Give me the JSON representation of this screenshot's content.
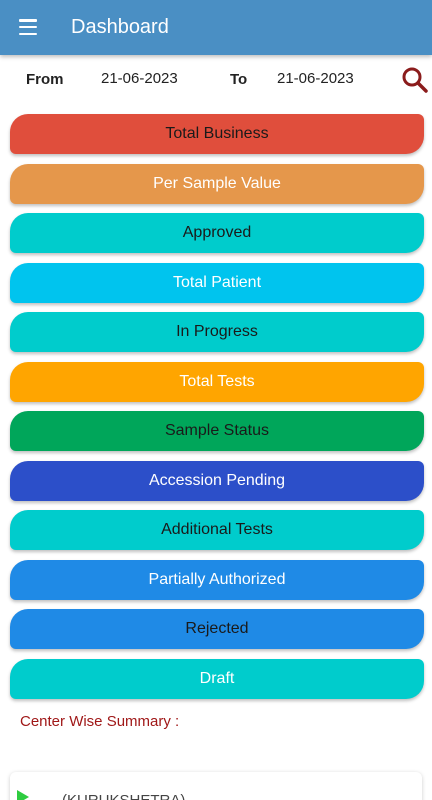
{
  "app": {
    "title": "Dashboard"
  },
  "filter": {
    "from_label": "From",
    "from_value": "21-06-2023",
    "to_label": "To",
    "to_value": "21-06-2023"
  },
  "tiles": [
    {
      "label": "Total Business",
      "bg": "#e04e3c",
      "fg": "#1a1a1a"
    },
    {
      "label": "Per Sample Value",
      "bg": "#e5974b",
      "fg": "#ffffff"
    },
    {
      "label": "Approved",
      "bg": "#00cccc",
      "fg": "#1a1a1a"
    },
    {
      "label": "Total Patient",
      "bg": "#00c4ee",
      "fg": "#ffffff"
    },
    {
      "label": "In Progress",
      "bg": "#00cccc",
      "fg": "#1a1a1a"
    },
    {
      "label": "Total Tests",
      "bg": "#ffa500",
      "fg": "#ffffff"
    },
    {
      "label": "Sample Status",
      "bg": "#00a65a",
      "fg": "#1a1a1a"
    },
    {
      "label": "Accession Pending",
      "bg": "#2c4fc9",
      "fg": "#ffffff"
    },
    {
      "label": "Additional Tests",
      "bg": "#00cccc",
      "fg": "#1a1a1a"
    },
    {
      "label": "Partially Authorized",
      "bg": "#1f8ae6",
      "fg": "#ffffff"
    },
    {
      "label": "Rejected",
      "bg": "#1f8ae6",
      "fg": "#1a1a1a"
    },
    {
      "label": "Draft",
      "bg": "#00cccc",
      "fg": "#ffffff"
    }
  ],
  "summary": {
    "label": "Center Wise Summary :",
    "centers": [
      {
        "name": "(KURUKSHETRA)"
      }
    ]
  },
  "icons": {
    "menu": "menu-icon",
    "search": "search-icon",
    "expand": "play-icon"
  },
  "colors": {
    "appbar": "#4a8fc4",
    "search_icon": "#8b1c1c",
    "summary_label": "#a01818",
    "expand_icon": "#2ecc40"
  }
}
